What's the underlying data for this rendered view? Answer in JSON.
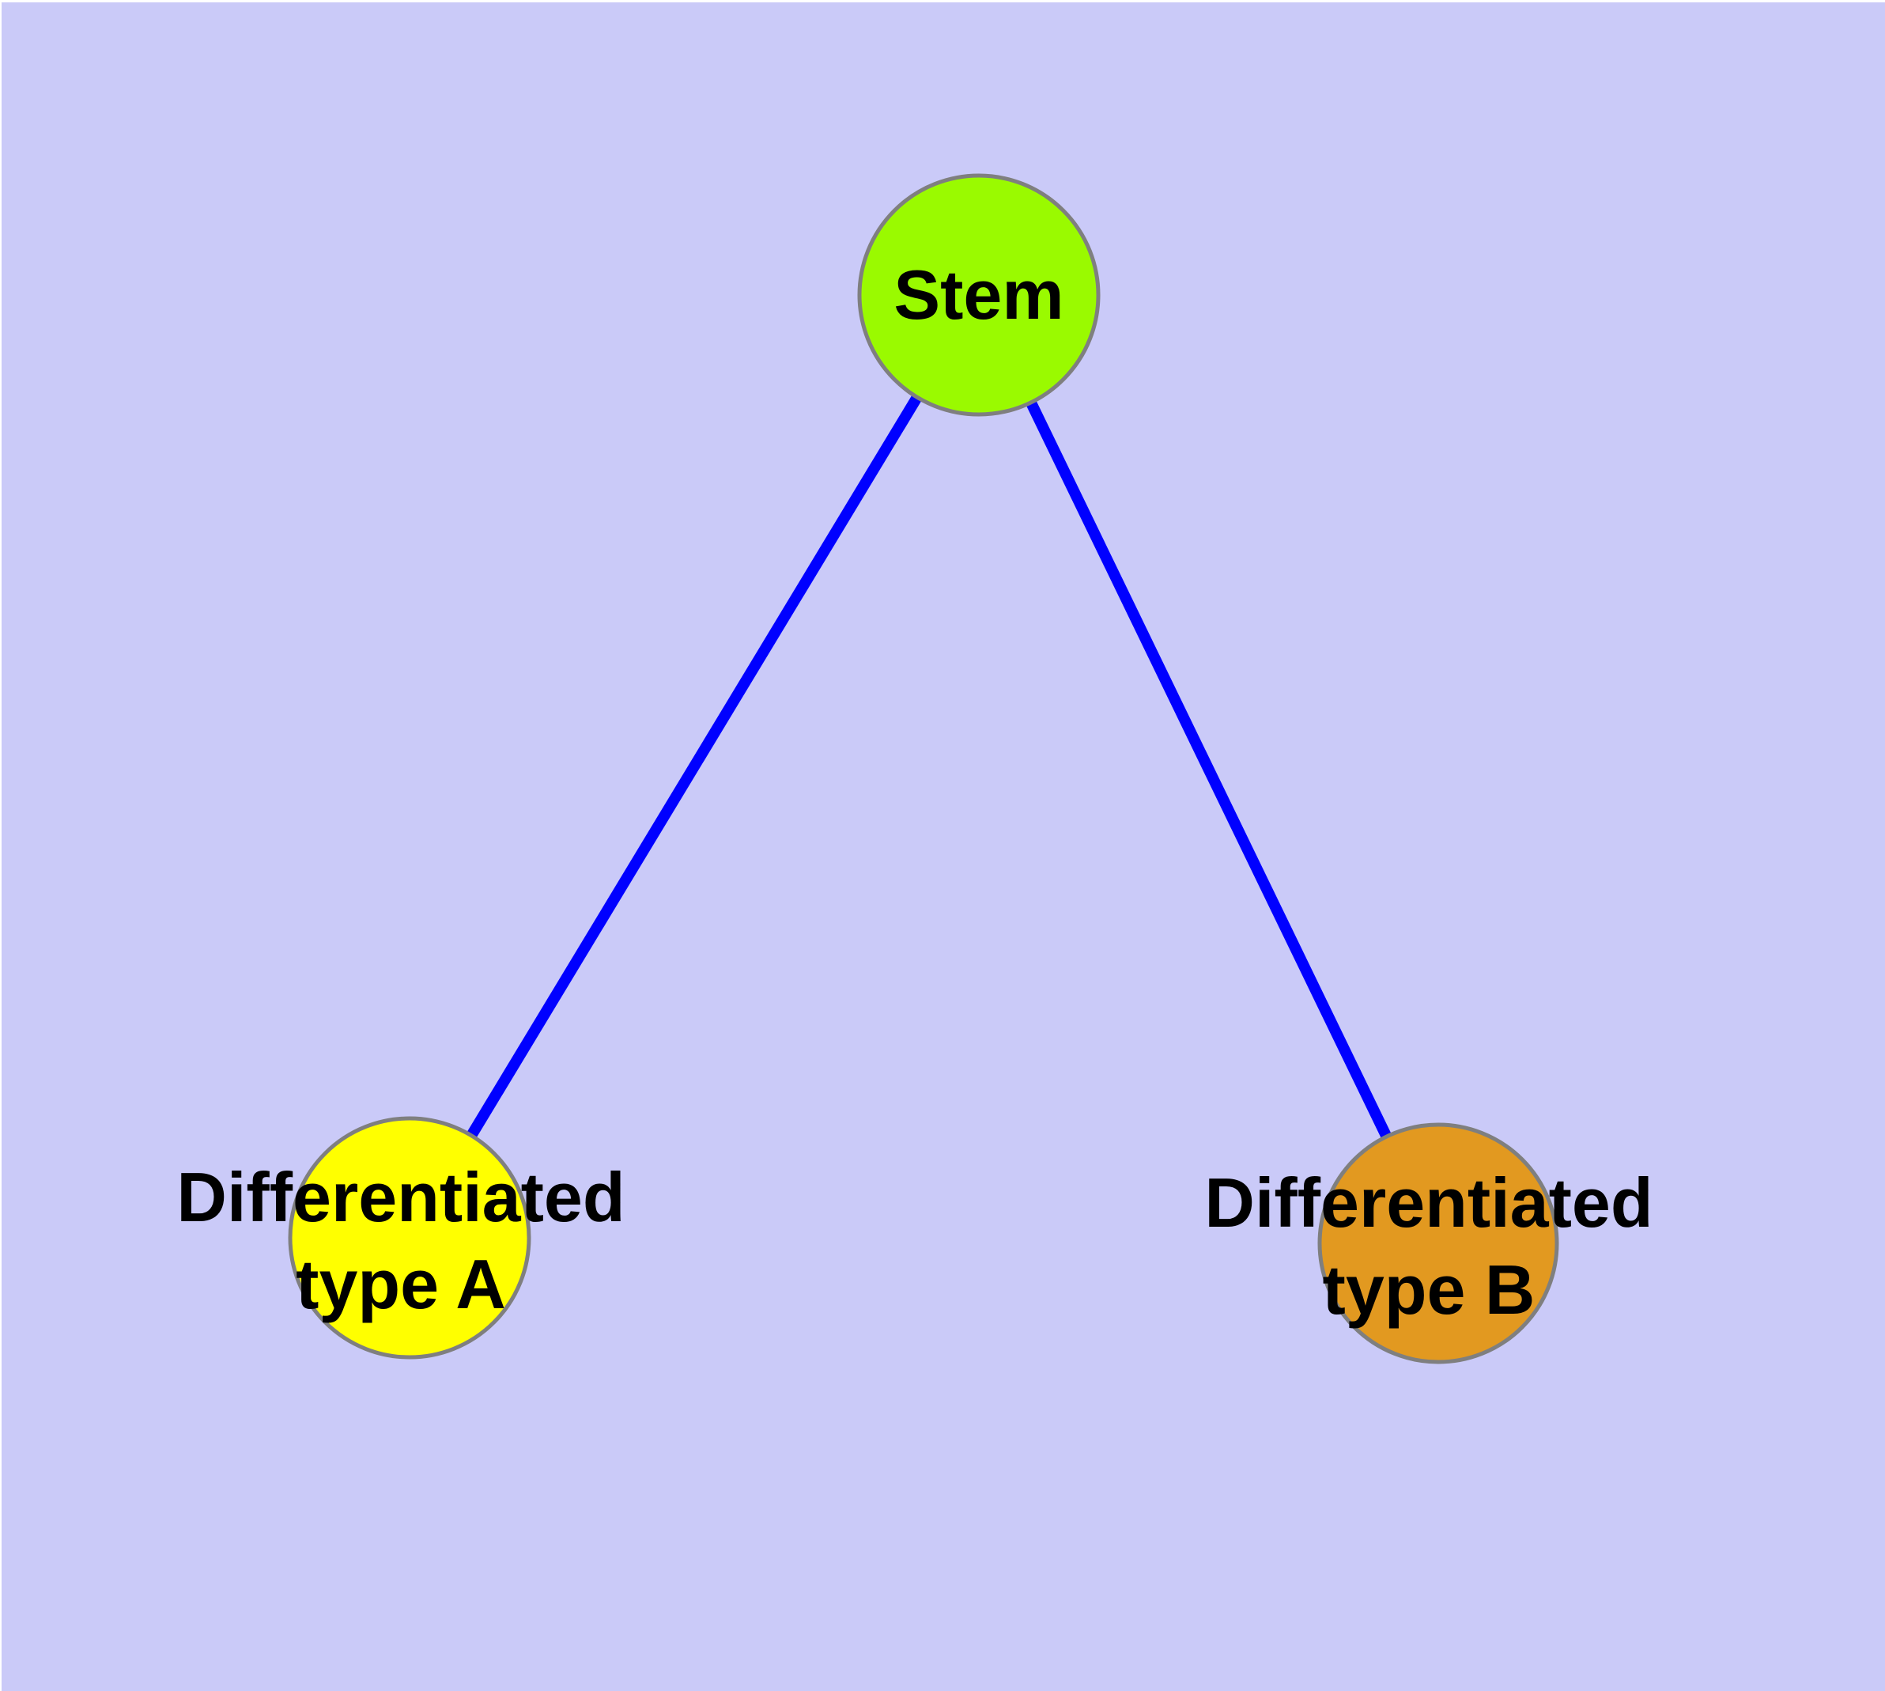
{
  "diagram": {
    "kind": "cell-differentiation-graph",
    "background_color": "#cacaf8",
    "page_margin_color": "#ffffff",
    "edge_color": "#0000ff",
    "node_border_color": "#7f7f7f",
    "label_color": "#000000",
    "nodes": [
      {
        "id": "stem",
        "label": "Stem",
        "label_lines": [
          "Stem"
        ],
        "fill": "#9afa00"
      },
      {
        "id": "differentiated-type-a",
        "label": "Differentiated type A",
        "label_lines": [
          "Differentiated",
          "type A"
        ],
        "fill": "#ffff00"
      },
      {
        "id": "differentiated-type-b",
        "label": "Differentiated type B",
        "label_lines": [
          "Differentiated",
          "type B"
        ],
        "fill": "#e29920"
      }
    ],
    "edges": [
      {
        "from": "Stem",
        "to": "Differentiated type A"
      },
      {
        "from": "Stem",
        "to": "Differentiated type B"
      }
    ]
  }
}
